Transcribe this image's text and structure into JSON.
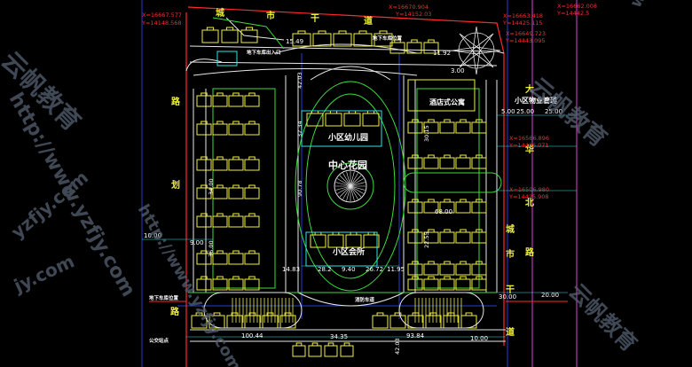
{
  "colors": {
    "background": "#000000",
    "building": "#f0f040",
    "road": "#e8e8e8",
    "green": "#3cdc3c",
    "grid": "#2b3cd6",
    "red": "#ff2a2a",
    "cyan": "#2ee6e6",
    "magenta": "#e040e0",
    "white": "#ffffff",
    "watermark": "#556070"
  },
  "streets": {
    "top": [
      "城",
      "市",
      "干",
      "道"
    ],
    "left": [
      "路",
      "划"
    ],
    "right": [
      "大",
      "华",
      "北",
      "路",
      "城",
      "市",
      "干",
      "道"
    ],
    "left_bottom": "路"
  },
  "coords": [
    {
      "x": "X=16667.577",
      "y": "Y=14148.568"
    },
    {
      "x": "X=16670.904",
      "y": "Y=14152.03"
    },
    {
      "x": "X=16663.418",
      "y": "Y=14425.115"
    },
    {
      "x": "X=16662.008",
      "y": "Y=14442.5"
    },
    {
      "x": "X=16649.723",
      "y": "Y=14443.095"
    },
    {
      "x": "X=16566.896",
      "y": "Y=14426.071"
    },
    {
      "x": "X=16506.980",
      "y": "Y=14425.908"
    }
  ],
  "labels": {
    "central_garden": "中心花园",
    "kindergarten": "小区幼儿园",
    "clubhouse": "小区会所",
    "hotel_apartment": "酒店式公寓",
    "property_mgmt": "小区物业管理",
    "basement_entrance": "地下车库出入口",
    "garage_label": "地下车库位置",
    "fire_lane": "消防车道",
    "parking_left": "地下车库位置",
    "bus_stop": "公交站点"
  },
  "dims": {
    "d_15_49": "15.49",
    "d_11_92": "11.92",
    "d_42_03": "42.03",
    "d_3_00": "3.00",
    "d_5_00": "5.00",
    "d_25_00": "25.00",
    "d_25_00b": "25.00",
    "d_32_34": "32.34",
    "d_90_78": "90.78",
    "d_36_00": "36.00",
    "d_34_00": "34.00",
    "d_10_00": "10.00",
    "d_9_00": "9.00",
    "d_14_83": "14.83",
    "d_28_2": "28.2",
    "d_9_40": "9.40",
    "d_26_72": "26.72",
    "d_11_95": "11.95",
    "d_68_00": "68.00",
    "d_20_00": "20.00",
    "d_30_00": "30.00",
    "d_100_44": "100.44",
    "d_34_35": "34.35",
    "d_93_84": "93.84",
    "d_42_03b": "42.03",
    "d_30_15": "30.15",
    "d_22_55": "22.55",
    "d_10_00b": "10.00"
  },
  "watermarks": [
    "www.yzfjy.com",
    "云帆教育",
    "云帆教育",
    "http://www.yzfjy.com",
    "http://www.yzfjy.com",
    "yzfjy.com",
    "jy.com",
    "云帆教育"
  ]
}
